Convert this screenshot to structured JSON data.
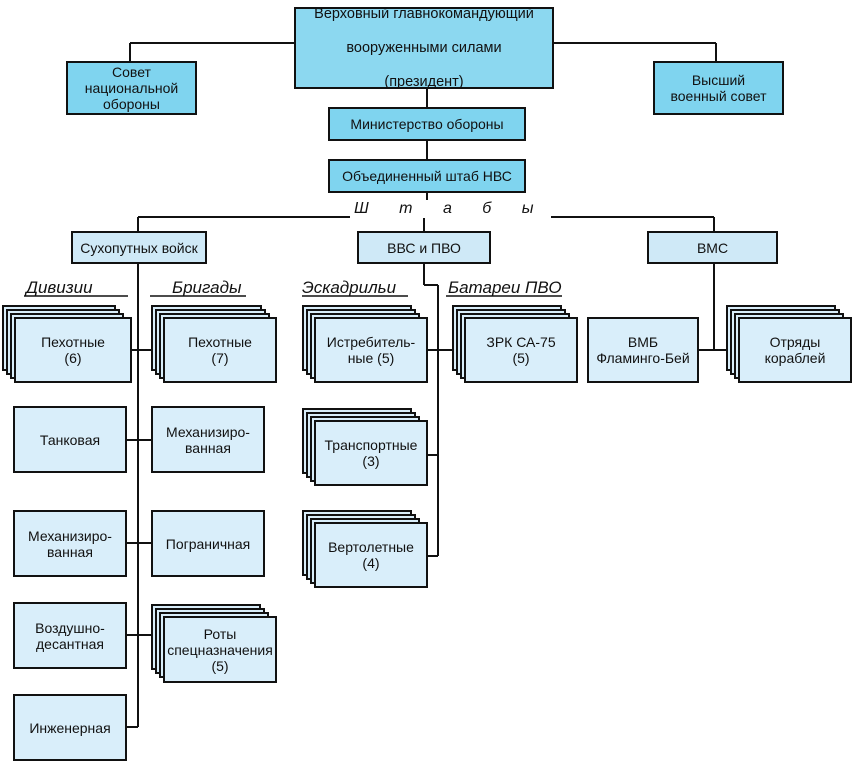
{
  "top": {
    "line1": "Верховный главнокомандующий",
    "line2": "вооруженными силами",
    "line3": "(президент)"
  },
  "council_defense": "Совет\nнациональной\nобороны",
  "military_council": "Высший\nвоенный совет",
  "ministry": "Министерство обороны",
  "joint_staff": "Объединенный штаб НВС",
  "staffs_label": "Ш т а б ы",
  "branches": {
    "ground": "Сухопутных войск",
    "air": "ВВС и ПВО",
    "navy": "ВМС"
  },
  "captions": {
    "divisions": "Дивизии",
    "brigades": "Бригады",
    "squadrons": "Эскадрильи",
    "batteries": "Батареи ПВО"
  },
  "divisions": [
    "Пехотные\n(6)",
    "Танковая",
    "Механизиро-\nванная",
    "Воздушно-\nдесантная",
    "Инженерная"
  ],
  "brigades": [
    "Пехотные\n(7)",
    "Механизиро-\nванная",
    "Пограничная",
    "Роты\nспецназначения\n(5)"
  ],
  "squadrons": [
    "Истребитель-\nные (5)",
    "Транспортные\n(3)",
    "Вертолетные\n(4)"
  ],
  "battery": "ЗРК СА-75\n(5)",
  "navy_base": "ВМБ\nФламинго-Бей",
  "navy_ships": "Отряды\nкораблей"
}
